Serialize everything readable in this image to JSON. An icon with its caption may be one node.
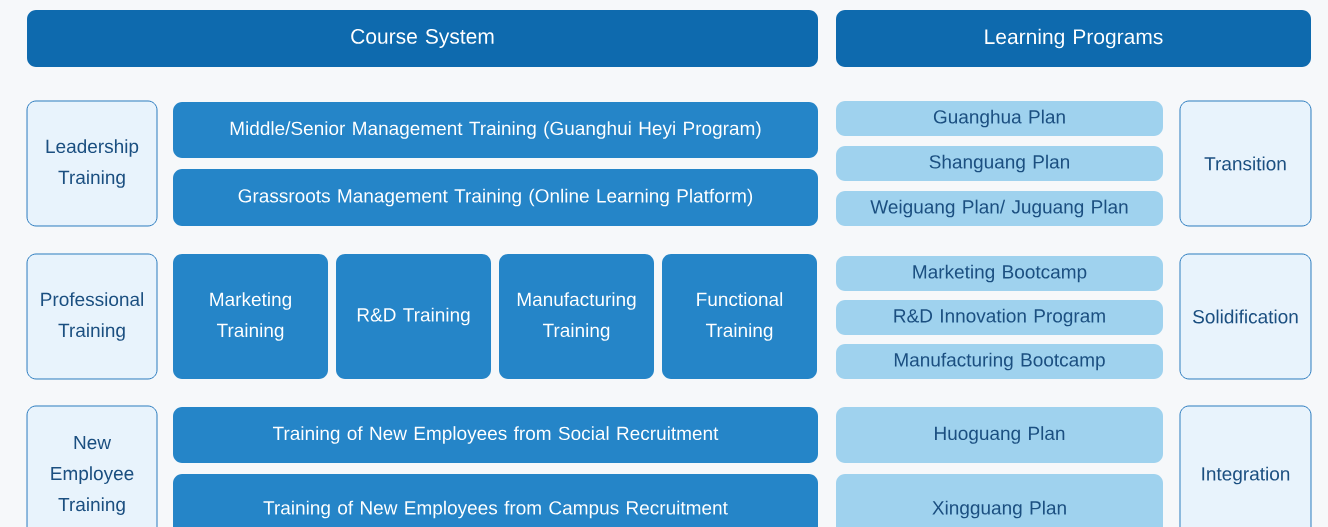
{
  "diagram": {
    "nodes": [
      {
        "text": [
          "Course System"
        ]
      },
      {
        "text": [
          "Learning Programs"
        ]
      },
      {
        "text": [
          "Leadership Training"
        ]
      },
      {
        "text": [
          "Middle/Senior Management Training (Guanghui Heyi Program)"
        ]
      },
      {
        "text": [
          "Grassroots Management Training (Online Learning Platform)"
        ]
      },
      {
        "text": [
          "Professional Training"
        ]
      },
      {
        "text": [
          "Marketing Training"
        ]
      },
      {
        "text": [
          "R&D Training"
        ]
      },
      {
        "text": [
          "Manufacturing Training"
        ]
      },
      {
        "text": [
          "Functional Training"
        ]
      },
      {
        "text": [
          "New Employee Training"
        ]
      },
      {
        "text": [
          "Training of New Employees from Social Recruitment"
        ]
      },
      {
        "text": [
          "Training of New Employees from Campus Recruitment"
        ]
      },
      {
        "text": [
          "Guanghua Plan"
        ]
      },
      {
        "text": [
          "Shanguang Plan"
        ]
      },
      {
        "text": [
          "Weiguang Plan/ Juguang Plan"
        ]
      },
      {
        "text": [
          "Transition"
        ]
      },
      {
        "text": [
          "Marketing Bootcamp"
        ]
      },
      {
        "text": [
          "R&D Innovation Program"
        ]
      },
      {
        "text": [
          "Manufacturing Bootcamp"
        ]
      },
      {
        "text": [
          "Solidification"
        ]
      },
      {
        "text": [
          "Huoguang Plan"
        ]
      },
      {
        "text": [
          "Xingguang Plan"
        ]
      },
      {
        "text": [
          "Integration"
        ]
      }
    ]
  }
}
